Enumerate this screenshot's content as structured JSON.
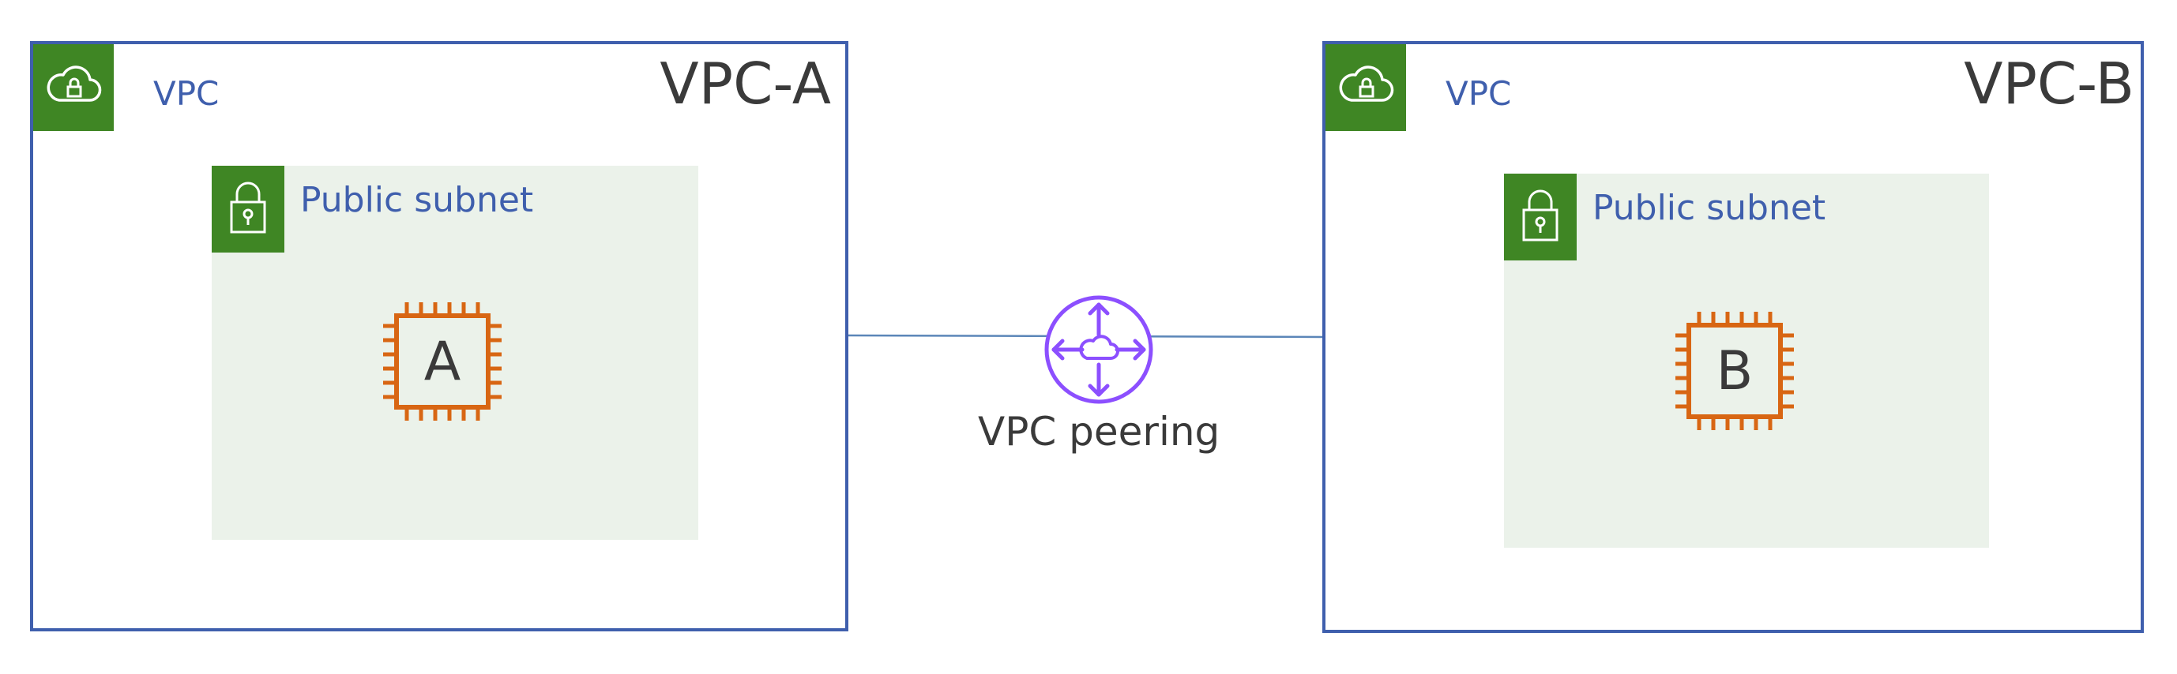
{
  "diagram": {
    "colors": {
      "vpc_border": "#3F5FAD",
      "badge_green": "#3F8624",
      "subnet_fill": "#EBF2EA",
      "chip_orange": "#D86613",
      "peering_purple": "#8C4FFF",
      "connector_line": "#5B86B8",
      "text_dark": "#3A3A3A"
    },
    "vpc_a": {
      "tag": "VPC",
      "name": "VPC-A",
      "badge_icon": "cloud-lock-icon",
      "subnet": {
        "label": "Public subnet",
        "badge_icon": "padlock-icon",
        "instance": {
          "icon": "chip-icon",
          "letter": "A"
        }
      }
    },
    "vpc_b": {
      "tag": "VPC",
      "name": "VPC-B",
      "badge_icon": "cloud-lock-icon",
      "subnet": {
        "label": "Public subnet",
        "badge_icon": "padlock-icon",
        "instance": {
          "icon": "chip-icon",
          "letter": "B"
        }
      }
    },
    "peering": {
      "label": "VPC peering",
      "icon": "peering-router-icon"
    }
  }
}
